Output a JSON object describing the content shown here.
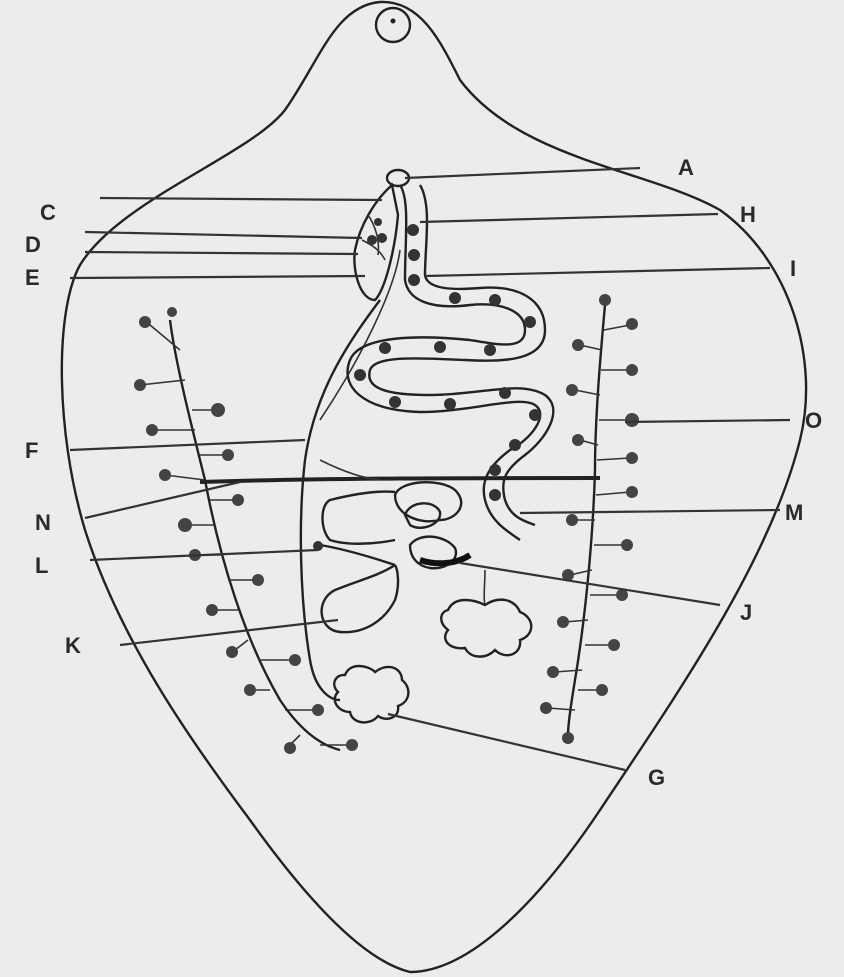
{
  "diagram": {
    "labels": {
      "a": "A",
      "c": "C",
      "d": "D",
      "e": "E",
      "f": "F",
      "g": "G",
      "h": "H",
      "i": "I",
      "j": "J",
      "k": "K",
      "l": "L",
      "m": "M",
      "n": "N",
      "o": "O"
    }
  }
}
